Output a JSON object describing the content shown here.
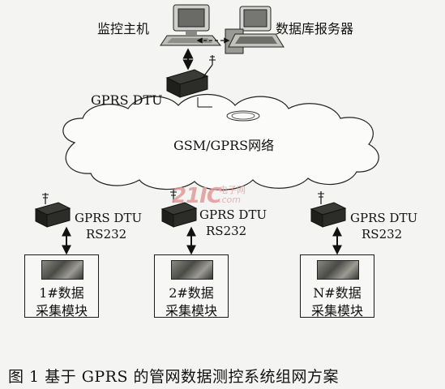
{
  "nodes": {
    "monitor_host": "监控主机",
    "db_server": "数据库报务器",
    "gprs_dtu_top": "GPRS DTU",
    "network": "GSM/GPRS网络"
  },
  "remote_units": [
    {
      "dtu": "GPRS DTU",
      "port": "RS232",
      "module_line1": "1#数据",
      "module_line2": "采集模块"
    },
    {
      "dtu": "GPRS DTU",
      "port": "RS232",
      "module_line1": "2#数据",
      "module_line2": "采集模块"
    },
    {
      "dtu": "GPRS DTU",
      "port": "RS232",
      "module_line1": "N#数据",
      "module_line2": "采集模块"
    }
  ],
  "watermark": {
    "main": "21IC",
    "cn": "电子网",
    "url": ".com"
  },
  "caption": "图 1   基于 GPRS 的管网数据测控系统组网方案"
}
